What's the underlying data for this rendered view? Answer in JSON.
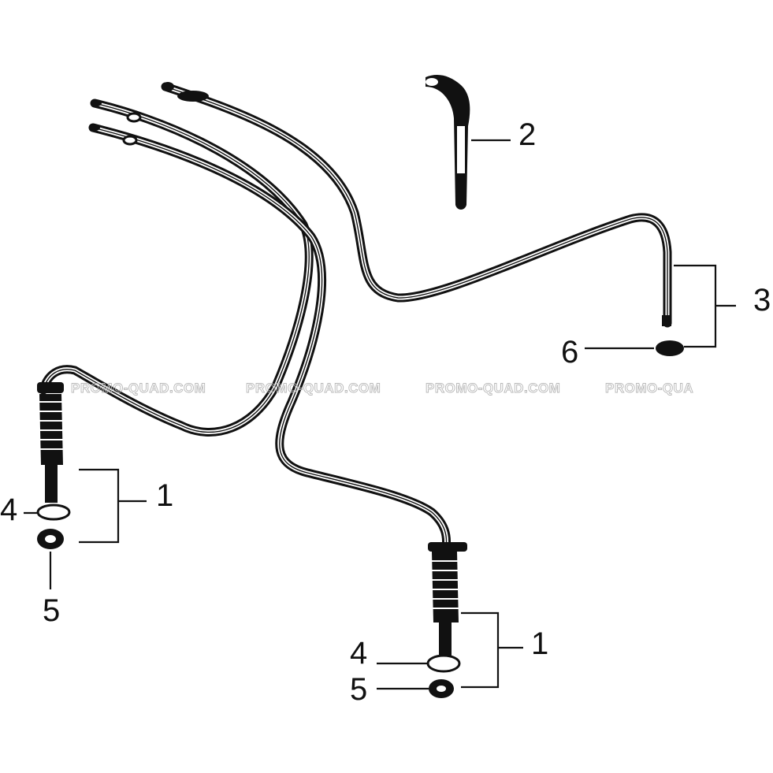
{
  "callouts": {
    "c2": "2",
    "c3": "3",
    "c6": "6",
    "c1_left": "1",
    "c4_left": "4",
    "c5_left": "5",
    "c1_right": "1",
    "c4_right": "4",
    "c5_right": "5"
  },
  "watermark": {
    "w1": "PROMO-QUAD.COM",
    "w2": "PROMO-QUAD.COM",
    "w3": "PROMO-QUAD.COM",
    "w4": "PROMO-QUA"
  }
}
